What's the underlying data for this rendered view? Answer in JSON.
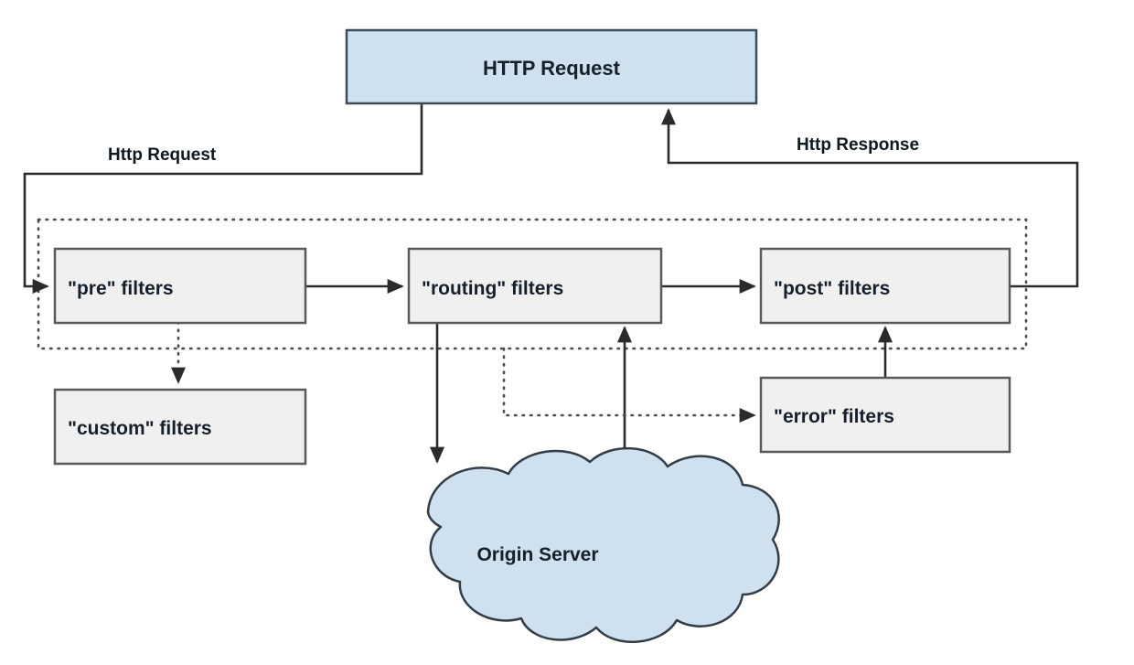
{
  "diagram": {
    "title_node": {
      "label": "HTTP Request",
      "fill": "#cfe0ee",
      "stroke": "#3d4a57"
    },
    "edge_labels": {
      "request": "Http Request",
      "response": "Http Response"
    },
    "filters": [
      {
        "id": "pre",
        "label": "\"pre\" filters"
      },
      {
        "id": "routing",
        "label": "\"routing\" filters"
      },
      {
        "id": "post",
        "label": "\"post\" filters"
      },
      {
        "id": "custom",
        "label": "\"custom\" filters"
      },
      {
        "id": "error",
        "label": "\"error\" filters"
      }
    ],
    "origin": {
      "label": "Origin Server",
      "fill": "#cfe0ee",
      "stroke": "#333d47"
    },
    "colors": {
      "box_blue": "#cfe0ee",
      "box_gray": "#f0f0f0",
      "box_border_gray": "#5a5a5a",
      "box_border_blue": "#3d4a57",
      "line": "#2b2b2b",
      "dotted_line": "#4d4d4d",
      "text": "#16202c",
      "background": "#ffffff"
    }
  }
}
